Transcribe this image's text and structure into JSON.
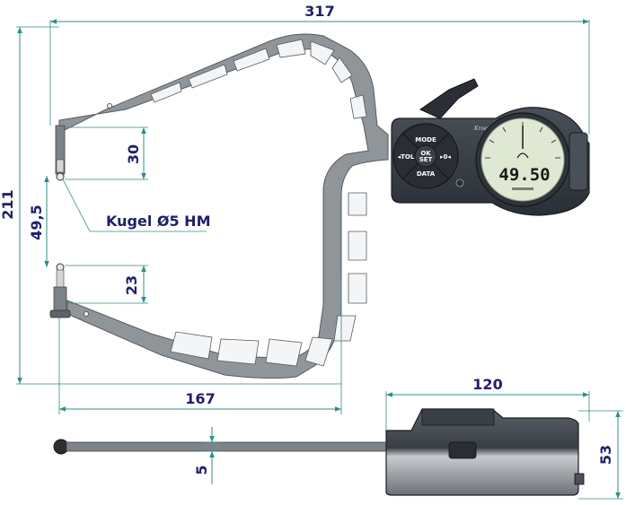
{
  "dimensions": {
    "total_width": "317",
    "total_height": "211",
    "upper_depth": "30",
    "jaw_offset": "49,5",
    "lower_depth": "23",
    "frame_width": "167",
    "gauge_width": "120",
    "thickness": "5",
    "gauge_height": "53"
  },
  "callout": {
    "ball_tip": "Kugel Ø5 HM"
  },
  "gauge": {
    "brand": "Kroeplin",
    "buttons": {
      "mode": "MODE",
      "tol": "◂TOL",
      "zero": "▸0◂",
      "data": "DATA",
      "ok_set_line1": "OK",
      "ok_set_line2": "SET"
    },
    "display_reading": "49.50"
  },
  "colors": {
    "dimension_lines": "#2d8f88",
    "labels": "#1f1f6b",
    "frame": "#8f9599",
    "gauge_body": "#3b4149",
    "lcd": "#dfe8d2"
  }
}
